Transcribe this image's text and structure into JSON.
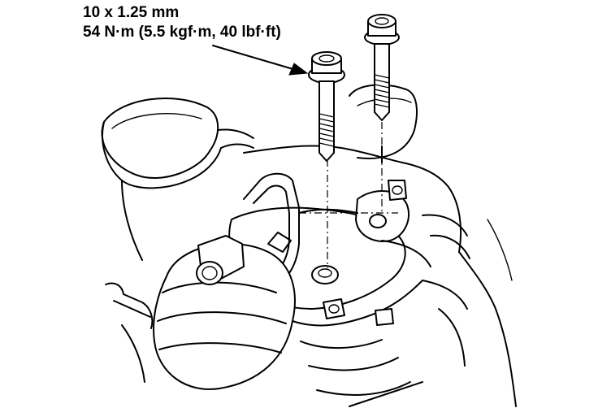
{
  "fastener_spec": {
    "size": "10 x 1.25 mm",
    "torque": "54 N·m (5.5 kgf·m, 40 lbf·ft)"
  },
  "figure": {
    "subject": "transmission-mount-bolts",
    "icons": [
      "flange-bolt-icon",
      "callout-arrow-icon",
      "mount-bracket-icon",
      "engine-component-icon"
    ]
  }
}
